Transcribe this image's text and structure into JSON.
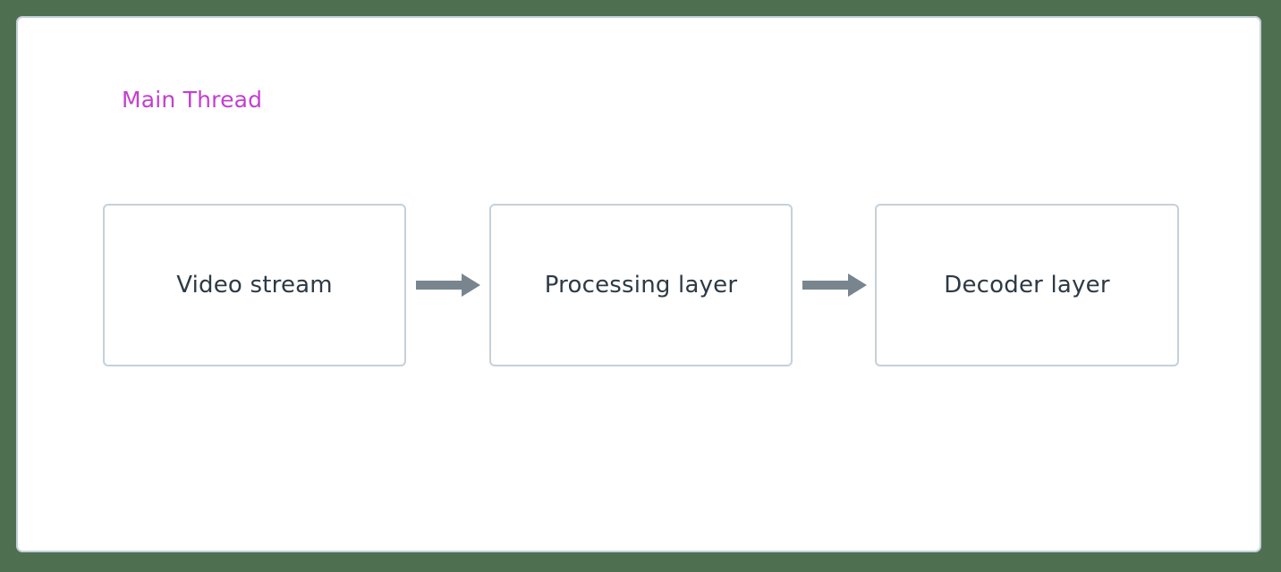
{
  "canvas": {
    "background_color": "#4e7050",
    "panel_color": "#ffffff",
    "border_color": "#c5d0da"
  },
  "subgraph": {
    "label": "Main Thread",
    "label_color": "#c33fd0"
  },
  "nodes": [
    {
      "id": "video-stream",
      "label": "Video stream",
      "text_color": "#2d3a45",
      "border_color": "#c5d0da"
    },
    {
      "id": "processing-layer",
      "label": "Processing layer",
      "text_color": "#2d3a45",
      "border_color": "#c5d0da"
    },
    {
      "id": "decoder-layer",
      "label": "Decoder layer",
      "text_color": "#2d3a45",
      "border_color": "#c5d0da"
    }
  ],
  "edges": [
    {
      "id": "edge-1",
      "from": "video-stream",
      "to": "processing-layer",
      "label": "",
      "color": "#78858f",
      "arrowhead": "solid-triangle"
    },
    {
      "id": "edge-2",
      "from": "processing-layer",
      "to": "decoder-layer",
      "label": "",
      "color": "#78858f",
      "arrowhead": "solid-triangle"
    }
  ]
}
